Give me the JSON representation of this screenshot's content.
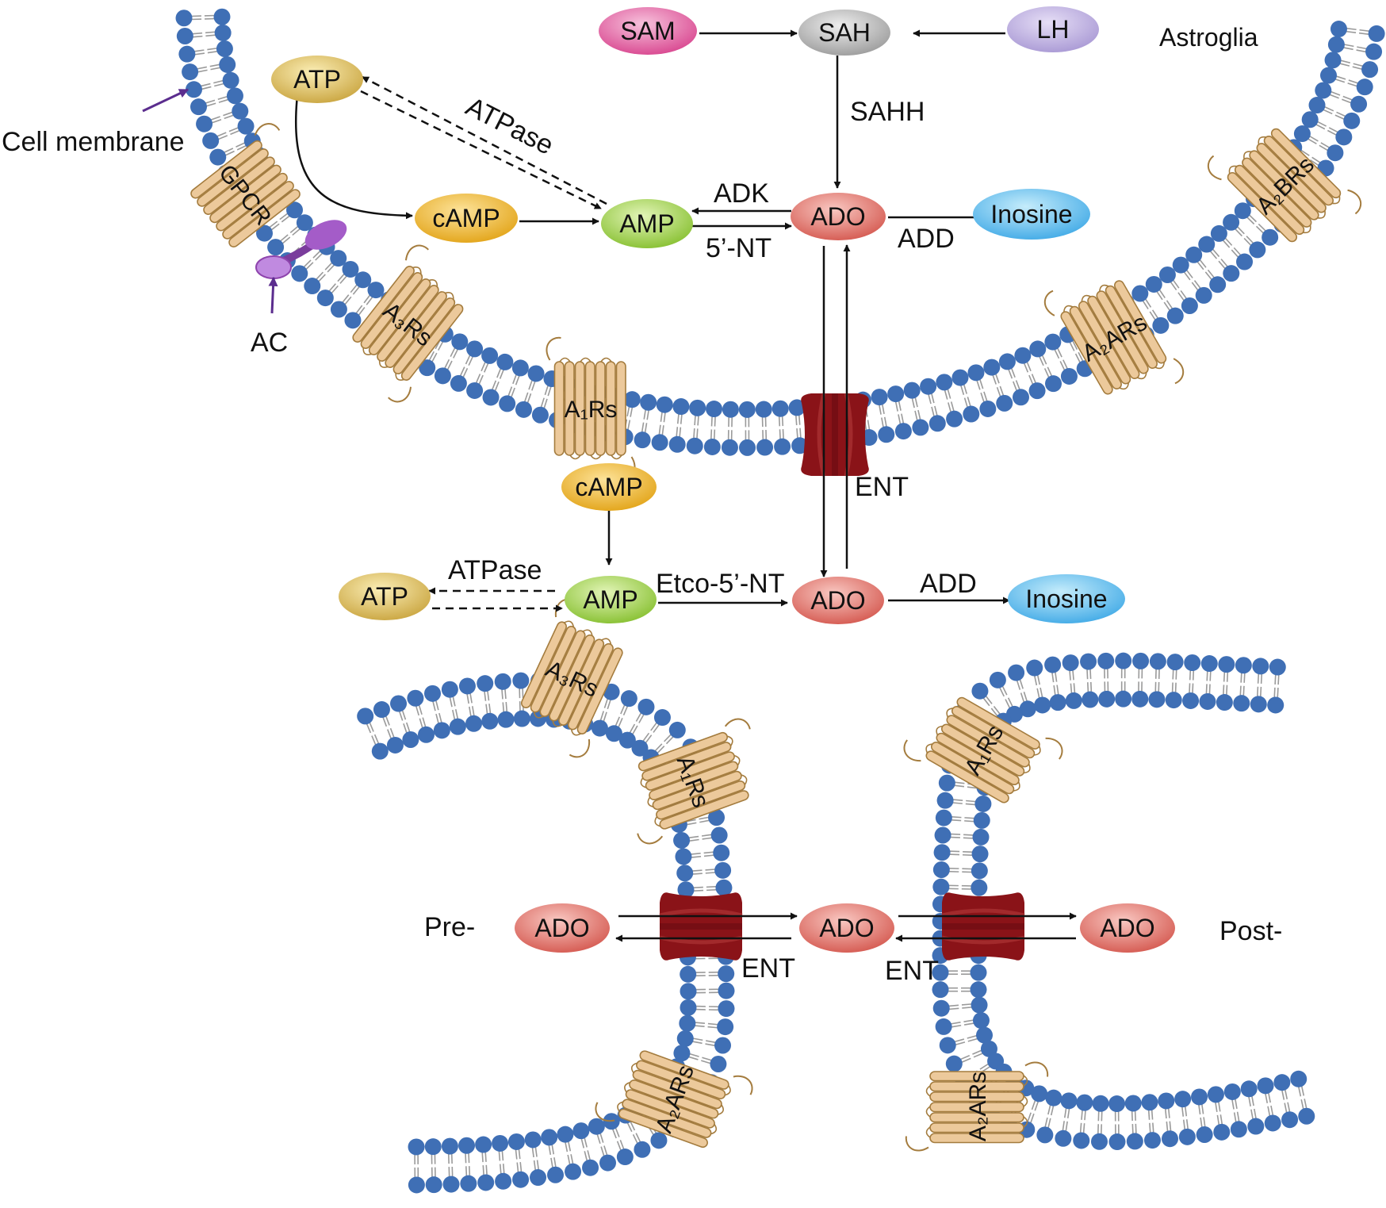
{
  "title": "Astroglia",
  "title_color": "#c0141c",
  "labels": {
    "cell_membrane": "Cell membrane",
    "ac": "AC",
    "gpcr": "GPCR",
    "pre": "Pre-",
    "post": "Post-"
  },
  "colors": {
    "bead": "#3f6fb5",
    "receptor_fill": "#ecc99b",
    "receptor_stroke": "#a47c3e",
    "ent": "#8a1318",
    "ac": "#8e44ad"
  },
  "nodes": {
    "sam": "SAM",
    "sah": "SAH",
    "lh": "LH",
    "atp_top": "ATP",
    "camp_top": "cAMP",
    "amp_top": "AMP",
    "ado_top": "ADO",
    "inosine_top": "Inosine",
    "camp_mid": "cAMP",
    "atp_mid": "ATP",
    "amp_mid": "AMP",
    "ado_mid": "ADO",
    "inosine_mid": "Inosine",
    "ado_pre": "ADO",
    "ado_cleft": "ADO",
    "ado_post": "ADO"
  },
  "enzymes": {
    "sahh": "SAHH",
    "atpase_top": "ATPase",
    "adk": "ADK",
    "nt5_top": "5’-NT",
    "add_top": "ADD",
    "ent_top": "ENT",
    "atpase_mid": "ATPase",
    "etco_nt": "Etco-5’-NT",
    "add_mid": "ADD",
    "ent_pre": "ENT",
    "ent_post": "ENT"
  },
  "receptors": {
    "a3_top": "A₃Rs",
    "a1_top": "A₁Rs",
    "a2a_top": "A₂ARs",
    "a2b_top": "A₂BRs",
    "a3_pre": "A₃Rs",
    "a1_pre": "A₁Rs",
    "a2a_pre": "A₂ARs",
    "a1_post": "A₁Rs",
    "a2a_post": "A₂ARs"
  }
}
